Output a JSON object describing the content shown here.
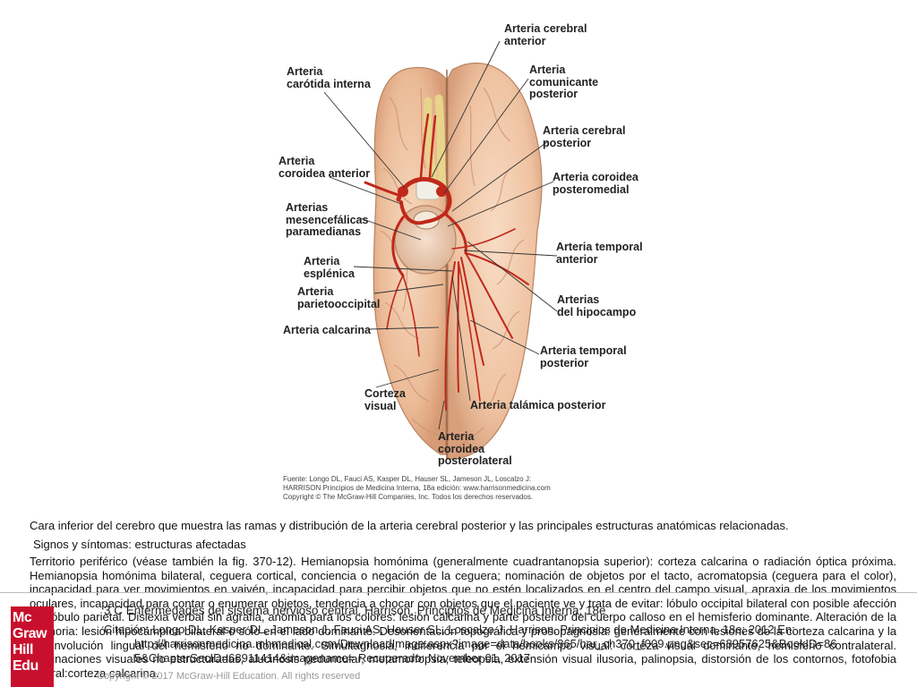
{
  "figure": {
    "labels": {
      "cerebral_anterior": "Arteria cerebral\nanterior",
      "carotida_interna": "Arteria\ncarótida interna",
      "comunicante_posterior": "Arteria\ncomunicante\nposterior",
      "cerebral_posterior": "Arteria cerebral\nposterior",
      "coroidea_anterior": "Arteria\ncoroidea anterior",
      "coroidea_posteromedial": "Arteria coroidea\nposteromedial",
      "mesencefalicas": "Arterias\nmesencefálicas\nparamedianas",
      "temporal_anterior": "Arteria temporal\nanterior",
      "esplenica": "Arteria\nesplénica",
      "parietooccipital": "Arteria\nparietooccipital",
      "hipocampo": "Arterias\ndel hipocampo",
      "calcarina": "Arteria calcarina",
      "temporal_posterior": "Arteria temporal\nposterior",
      "corteza_visual": "Corteza\nvisual",
      "talamica_posterior": "Arteria talámica posterior",
      "coroidea_posterolateral": "Arteria\ncoroidea\nposterolateral"
    },
    "source": "Fuente: Longo DL, Fauci AS, Kasper DL, Hauser SL, Jameson JL, Loscalzo J:\nHARRISON Principios de Medicina Interna, 18a edición: www.harrisonmedicina.com\nCopyright © The McGraw-Hill Companies, Inc. Todos los derechos reservados."
  },
  "text": {
    "caption": "Cara inferior del cerebro que muestra las ramas y distribución de la arteria cerebral posterior y las principales estructuras anatómicas relacionadas.",
    "subhead": "Signos y síntomas: estructuras afectadas",
    "body": "Territorio periférico (véase también la fig. 370-12). Hemianopsia homónima (generalmente cuadrantanopsia superior): corteza calcarina o radiación óptica próxima. Hemianopsia homónima bilateral, ceguera cortical, conciencia o negación de la ceguera; nominación de objetos por el tacto, acromatopsia (ceguera para el color), incapacidad para ver movimientos en vaivén, incapacidad para percibir objetos que no estén localizados en el centro del campo visual, apraxia de los movimientos oculares, incapacidad para contar o enumerar objetos, tendencia a chocar con objetos que el paciente ve y trata de evitar: lóbulo occipital bilateral con posible afección del lóbulo parietal. Dislexia verbal sin agrafia, anomia para los colores: lesión calcarina y parte posterior del cuerpo calloso en el hemisferio dominante. Alteración de la memoria: lesión hipocámpica bilateral o sólo en el lado dominante. Desorientación topográfica y prosopagnosia: generalmente con lesiones de la corteza calcarina y la circunvolución lingual del hemisferio no dominante. Simultagnosia, indiferencia por el hemicampo visual: corteza visual dominante, hemisferio contralateral. Alucinaciones visuales no estructuradas, alucinosis peduncular, metamorfopsia, teleopsia, extensión visual ilusoria, palinopsia, distorsión de los contornos, fotofobia central:corteza calcarina."
  },
  "footer": {
    "logo_words": [
      "Mc",
      "Graw",
      "Hill",
      "Edu"
    ],
    "chapter": "3 C Enfermedades del sistema nervioso central. Harrison. Principios de Medicina Interna, 18e",
    "citation": "Citación: Longo DL, Kasper DL, Jameson J, Fauci AS, Hauser SL, Loscalzo J. Harrison. Principios de Medicina Interna, 18e; 2012 En:",
    "url": "http://harrisonmedicina.mhmedical.com/DownloadImage.aspx?image=data/books/865/har_ch370_f009.png&sec=68957625&BookID=86",
    "url2": "5&ChapterSecID=68911414&imagename= Recuperado: November 01, 2017",
    "copyright": "Copyright © 2017 McGraw-Hill Education. All rights reserved"
  },
  "colors": {
    "artery": "#c0281b",
    "tissue": "#efc6a6",
    "brand": "#c8102e"
  }
}
